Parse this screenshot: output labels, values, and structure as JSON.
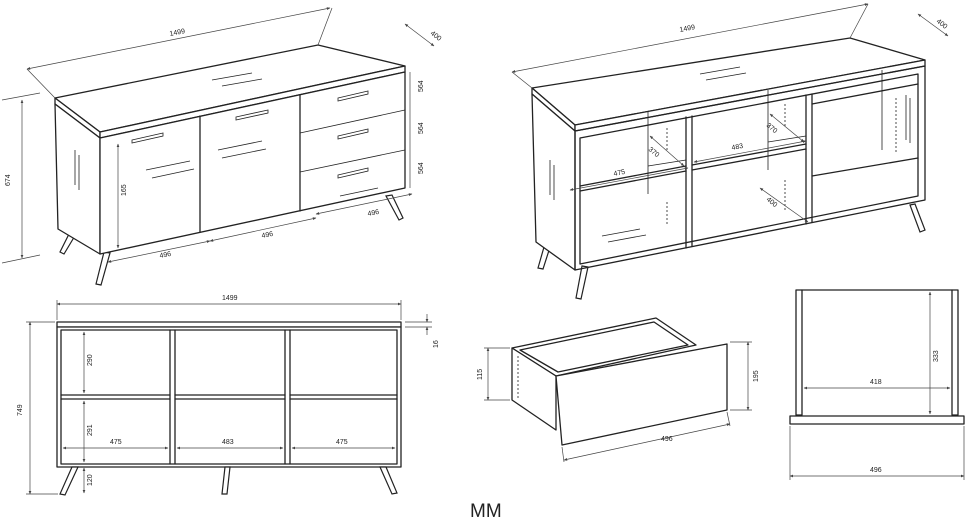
{
  "unit_label": "MM",
  "front_view": {
    "width": "1499",
    "depth": "400",
    "height": "674",
    "drawer_height_1": "564",
    "drawer_height_2": "564",
    "drawer_height_3": "564",
    "door_height": "165",
    "section_left": "496",
    "section_center": "496",
    "section_right": "496"
  },
  "open_view": {
    "width": "1499",
    "depth": "400",
    "shelf_left_width": "475",
    "shelf_left_depth": "370",
    "shelf_center_width": "483",
    "shelf_center_depth": "370",
    "shelf_lower_depth": "400"
  },
  "elevation": {
    "width": "1499",
    "height": "749",
    "top_thickness": "16",
    "upper_height": "290",
    "lower_height": "291",
    "leg_height": "120",
    "col_left": "475",
    "col_center": "483",
    "col_right": "475"
  },
  "drawer": {
    "side_height": "115",
    "front_height": "195",
    "width": "496"
  },
  "drawer_front": {
    "inner_height": "333",
    "inner_width": "418",
    "outer_width": "496"
  }
}
